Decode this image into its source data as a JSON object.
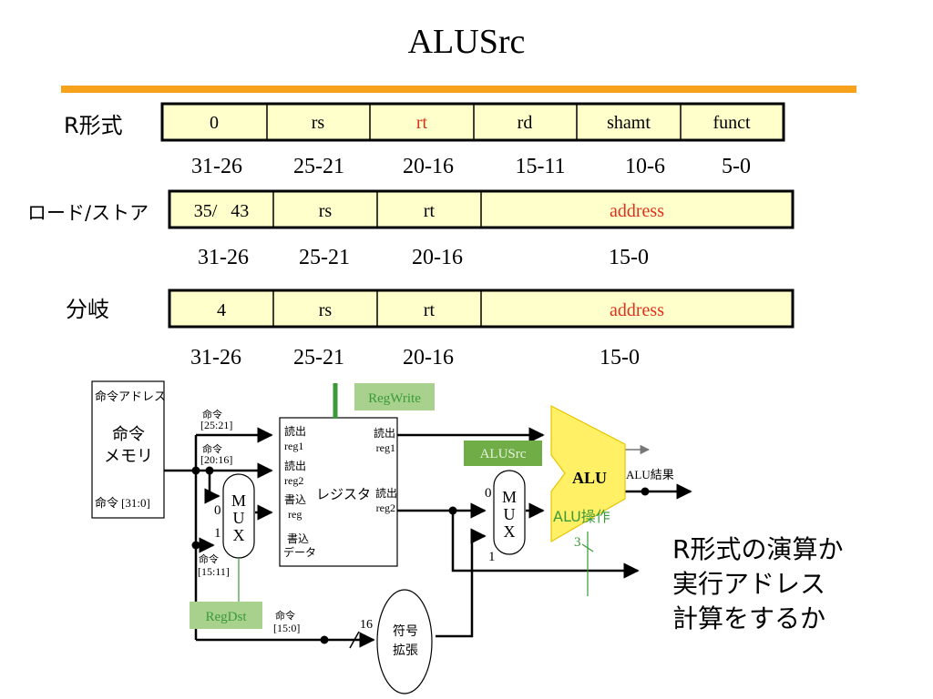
{
  "slide": {
    "title": "ALUSrc",
    "accent_color": "#f7a21b",
    "field_fill": "#ffffcc"
  },
  "formats": {
    "r_type": {
      "label": "R形式",
      "fields": [
        "0",
        "rs",
        "rt",
        "rd",
        "shamt",
        "funct"
      ],
      "bits": [
        "31-26",
        "25-21",
        "20-16",
        "15-11",
        "10-6",
        "5-0"
      ]
    },
    "load_store": {
      "label": "ロード/ストア",
      "fields": [
        "35/   43",
        "rs",
        "rt",
        "address"
      ],
      "bits": [
        "31-26",
        "25-21",
        "20-16",
        "15-0"
      ]
    },
    "branch": {
      "label": "分岐",
      "fields": [
        "4",
        "rs",
        "rt",
        "address"
      ],
      "bits": [
        "31-26",
        "25-21",
        "20-16",
        "15-0"
      ]
    }
  },
  "diagram": {
    "instr_memory": {
      "addr_label": "命令アドレス",
      "name_line1": "命令",
      "name_line2": "メモリ",
      "out_label_jp": "命令",
      "out_label_bits": "[31:0]"
    },
    "instr_taps": {
      "rs": {
        "jp": "命令",
        "bits": "[25:21]"
      },
      "rt": {
        "jp": "命令",
        "bits": "[20:16]"
      },
      "rd": {
        "jp": "命令",
        "bits": "[15:11]"
      },
      "imm": {
        "jp": "命令",
        "bits": "[15:0]"
      }
    },
    "register_file": {
      "name": "レジスタ",
      "read1_jp": "読出",
      "read1_reg": "reg1",
      "read2_jp": "読出",
      "read2_reg": "reg2",
      "write_jp": "書込",
      "write_reg": "reg",
      "wdata_jp": "書込",
      "wdata_2": "データ",
      "out1_jp": "読出",
      "out1_reg": "reg1",
      "out2_jp": "読出",
      "out2_reg": "reg2"
    },
    "mux_regdst": {
      "letters": [
        "M",
        "U",
        "X"
      ],
      "in0": "0",
      "in1": "1"
    },
    "mux_alusrc": {
      "letters": [
        "M",
        "U",
        "X"
      ],
      "in0": "0",
      "in1": "1"
    },
    "alu": {
      "name": "ALU",
      "result": "ALU結果",
      "op": "ALU操作",
      "op_bits": "3"
    },
    "sign_extend": {
      "line1": "符号",
      "line2": "拡張",
      "width": "16"
    },
    "signals": {
      "regwrite": "RegWrite",
      "regdst": "RegDst",
      "alusrc": "ALUSrc"
    },
    "highlight_fill": "#a9d18e",
    "alusrc_fill": "#70ad47",
    "alu_fill": "#fff066",
    "signal_green": "#3a9a3a",
    "field_red": "#e0301e"
  },
  "note": {
    "line1": "R形式の演算か",
    "line2": "実行アドレス",
    "line3": "計算をするか"
  }
}
